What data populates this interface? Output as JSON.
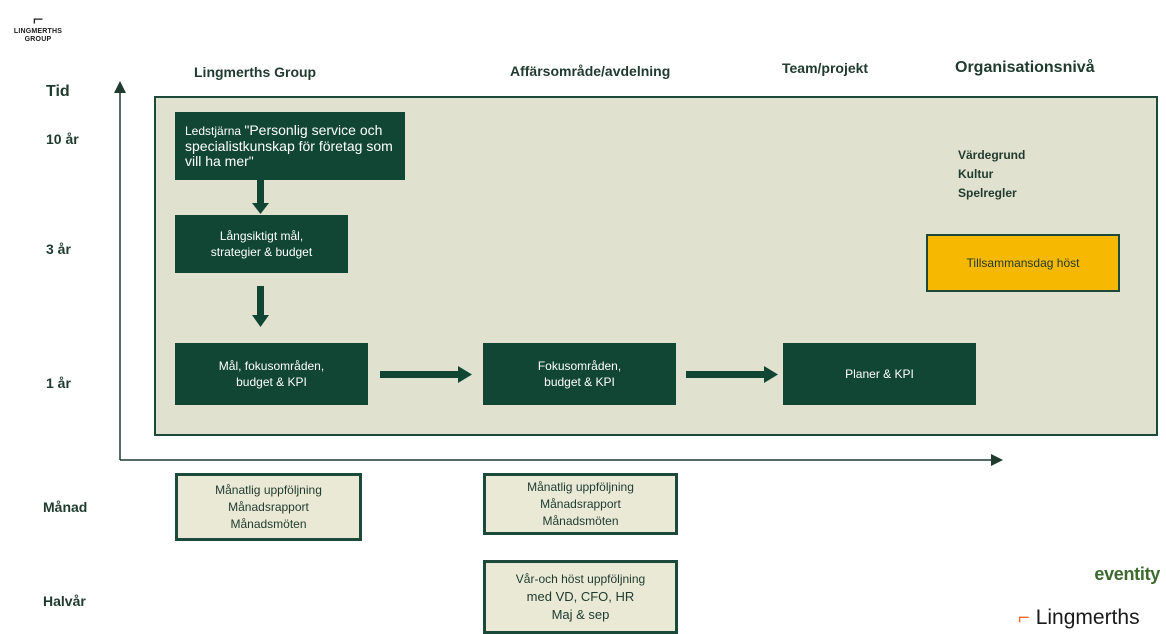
{
  "logo": {
    "mark": "⌐",
    "line1": "LINGMERTHS",
    "line2": "GROUP"
  },
  "columns": {
    "group": "Lingmerths Group",
    "business": "Affärsområde/avdelning",
    "team": "Team/projekt",
    "org": "Organisationsnivå"
  },
  "rows": {
    "tid": "Tid",
    "y10": "10 år",
    "y3": "3 år",
    "y1": "1 år",
    "month": "Månad",
    "half": "Halvår"
  },
  "boxes": {
    "ledstjarna": "Ledstjärna \"Personlig service och specialistkunskap för företag som vill ha mer\"",
    "ledstjarna_prefix": "Ledstjärna ",
    "ledstjarna_quote": "\"Personlig service och specialistkunskap för företag som vill ha mer\"",
    "longterm_l1": "Långsiktigt mål,",
    "longterm_l2": "strategier & budget",
    "goals_l1": "Mål, fokusområden,",
    "goals_l2": "budget & KPI",
    "focus_l1": "Fokusområden,",
    "focus_l2": "budget & KPI",
    "plans": "Planer & KPI",
    "values_l1": "Värdegrund",
    "values_l2": "Kultur",
    "values_l3": "Spelregler",
    "together": "Tillsammansdag höst",
    "monthly1_l1": "Månatlig uppföljning",
    "monthly1_l2": "Månadsrapport",
    "monthly1_l3": "Månadsmöten",
    "monthly2_l1": "Månatlig uppföljning",
    "monthly2_l2": "Månadsrapport",
    "monthly2_l3": "Månadsmöten",
    "half_l1": "Vår-och höst uppföljning",
    "half_l2": "med VD, CFO, HR",
    "half_l3": "Maj & sep"
  },
  "footer": {
    "eventity": "eventity",
    "brand_mark": "⌐",
    "brand_name": "Lingmerths"
  },
  "colors": {
    "dark_green": "#114634",
    "panel": "#e0e1cf",
    "yellow": "#f6b800",
    "light_box": "#e9e9d6",
    "accent_orange": "#f26b21"
  }
}
